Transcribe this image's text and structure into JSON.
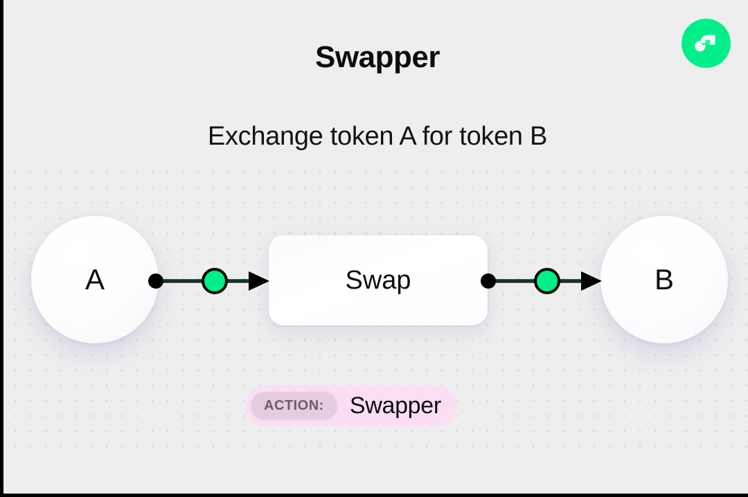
{
  "header": {
    "title": "Swapper",
    "subtitle": "Exchange token A for token B",
    "logo_icon": "flow-logo-icon",
    "logo_color": "#00ef8b"
  },
  "diagram": {
    "nodes": [
      {
        "id": "token-a",
        "label": "A",
        "shape": "circle"
      },
      {
        "id": "swap",
        "label": "Swap",
        "shape": "rounded-rect"
      },
      {
        "id": "token-b",
        "label": "B",
        "shape": "circle"
      }
    ],
    "edges": [
      {
        "id": "edge-left",
        "from": "token-a",
        "to": "swap",
        "marker_color": "#00ef8b",
        "line_color": "#000000"
      },
      {
        "id": "edge-right",
        "from": "swap",
        "to": "token-b",
        "marker_color": "#00ef8b",
        "line_color": "#000000"
      }
    ],
    "handle_color": "#000000",
    "background": {
      "color": "#eeeeee",
      "dot_color": "#dddddd",
      "dot_spacing": 22
    }
  },
  "action_badge": {
    "tag_label": "ACTION:",
    "value": "Swapper",
    "background": "#fbddf4",
    "tag_background": "#e5cce0"
  }
}
